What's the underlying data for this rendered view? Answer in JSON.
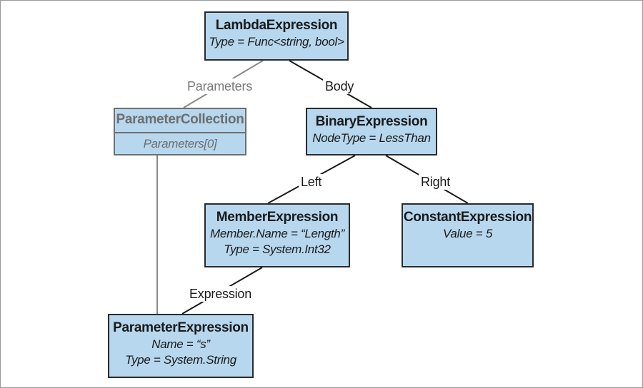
{
  "nodes": {
    "lambda": {
      "title": "LambdaExpression",
      "props": [
        "Type = Func<string, bool>"
      ]
    },
    "paramcoll": {
      "title": "ParameterCollection",
      "props": [
        "Parameters[0]"
      ]
    },
    "binary": {
      "title": "BinaryExpression",
      "props": [
        "NodeType = LessThan"
      ]
    },
    "member": {
      "title": "MemberExpression",
      "props": [
        "Member.Name = “Length”",
        "Type = System.Int32"
      ]
    },
    "constant": {
      "title": "ConstantExpression",
      "props": [
        "Value = 5"
      ]
    },
    "param": {
      "title": "ParameterExpression",
      "props": [
        "Name = “s”",
        "Type = System.String"
      ]
    }
  },
  "edges": {
    "parameters": "Parameters",
    "body": "Body",
    "left": "Left",
    "right": "Right",
    "expression": "Expression"
  },
  "colors": {
    "node_fill": "#b7d7ee",
    "node_border": "#2b2b2b",
    "muted": "#7a7a7a"
  }
}
